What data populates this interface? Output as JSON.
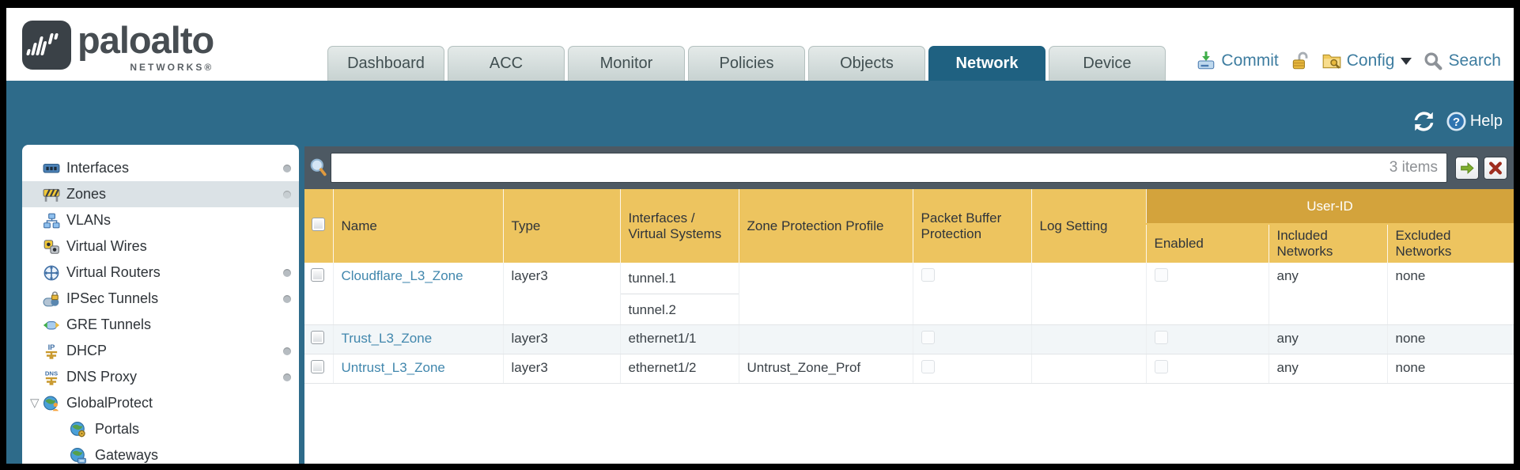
{
  "header": {
    "logo": {
      "brand": "paloalto",
      "subtitle": "NETWORKS®"
    },
    "tabs": [
      {
        "label": "Dashboard",
        "active": false
      },
      {
        "label": "ACC",
        "active": false
      },
      {
        "label": "Monitor",
        "active": false
      },
      {
        "label": "Policies",
        "active": false
      },
      {
        "label": "Objects",
        "active": false
      },
      {
        "label": "Network",
        "active": true
      },
      {
        "label": "Device",
        "active": false
      }
    ],
    "utilities": {
      "commit_label": "Commit",
      "config_label": "Config",
      "search_label": "Search",
      "help_label": "Help"
    }
  },
  "sidebar": {
    "items": [
      {
        "label": "Interfaces",
        "icon": "interfaces-icon",
        "dot": true,
        "selected": false,
        "indent": 0,
        "expandable": false
      },
      {
        "label": "Zones",
        "icon": "zones-icon",
        "dot": true,
        "selected": true,
        "indent": 0,
        "expandable": false
      },
      {
        "label": "VLANs",
        "icon": "vlans-icon",
        "dot": false,
        "selected": false,
        "indent": 0,
        "expandable": false
      },
      {
        "label": "Virtual Wires",
        "icon": "virtual-wires-icon",
        "dot": false,
        "selected": false,
        "indent": 0,
        "expandable": false
      },
      {
        "label": "Virtual Routers",
        "icon": "virtual-routers-icon",
        "dot": true,
        "selected": false,
        "indent": 0,
        "expandable": false
      },
      {
        "label": "IPSec Tunnels",
        "icon": "ipsec-tunnels-icon",
        "dot": true,
        "selected": false,
        "indent": 0,
        "expandable": false
      },
      {
        "label": "GRE Tunnels",
        "icon": "gre-tunnels-icon",
        "dot": false,
        "selected": false,
        "indent": 0,
        "expandable": false
      },
      {
        "label": "DHCP",
        "icon": "dhcp-icon",
        "dot": true,
        "selected": false,
        "indent": 0,
        "expandable": false
      },
      {
        "label": "DNS Proxy",
        "icon": "dns-proxy-icon",
        "dot": true,
        "selected": false,
        "indent": 0,
        "expandable": false
      },
      {
        "label": "GlobalProtect",
        "icon": "globalprotect-icon",
        "dot": false,
        "selected": false,
        "indent": 0,
        "expandable": true
      },
      {
        "label": "Portals",
        "icon": "portals-icon",
        "dot": false,
        "selected": false,
        "indent": 1,
        "expandable": false
      },
      {
        "label": "Gateways",
        "icon": "gateways-icon",
        "dot": false,
        "selected": false,
        "indent": 1,
        "expandable": false
      }
    ]
  },
  "toolbar": {
    "search_value": "",
    "items_count": "3 items"
  },
  "table": {
    "group_label": "User-ID",
    "columns": [
      {
        "label": "Name"
      },
      {
        "label": "Type"
      },
      {
        "label": "Interfaces / Virtual Systems"
      },
      {
        "label": "Zone Protection Profile"
      },
      {
        "label": "Packet Buffer Protection"
      },
      {
        "label": "Log Setting"
      },
      {
        "label": "Enabled"
      },
      {
        "label": "Included Networks"
      },
      {
        "label": "Excluded Networks"
      }
    ],
    "rows": [
      {
        "name": "Cloudflare_L3_Zone",
        "type": "layer3",
        "interfaces": [
          "tunnel.1",
          "tunnel.2"
        ],
        "zone_protection_profile": "",
        "packet_buffer_protection": false,
        "log_setting": "",
        "user_id_enabled": false,
        "included_networks": "any",
        "excluded_networks": "none"
      },
      {
        "name": "Trust_L3_Zone",
        "type": "layer3",
        "interfaces": [
          "ethernet1/1"
        ],
        "zone_protection_profile": "",
        "packet_buffer_protection": false,
        "log_setting": "",
        "user_id_enabled": false,
        "included_networks": "any",
        "excluded_networks": "none"
      },
      {
        "name": "Untrust_L3_Zone",
        "type": "layer3",
        "interfaces": [
          "ethernet1/2"
        ],
        "zone_protection_profile": "Untrust_Zone_Prof",
        "packet_buffer_protection": false,
        "log_setting": "",
        "user_id_enabled": false,
        "included_networks": "any",
        "excluded_networks": "none"
      }
    ]
  },
  "colors": {
    "band_teal": "#2e6b8a",
    "tab_active": "#1f6181",
    "header_orange": "#edc45f",
    "header_orange_dark": "#d3a33c",
    "link_blue": "#4187ad",
    "filter_strip": "#4d5963"
  }
}
